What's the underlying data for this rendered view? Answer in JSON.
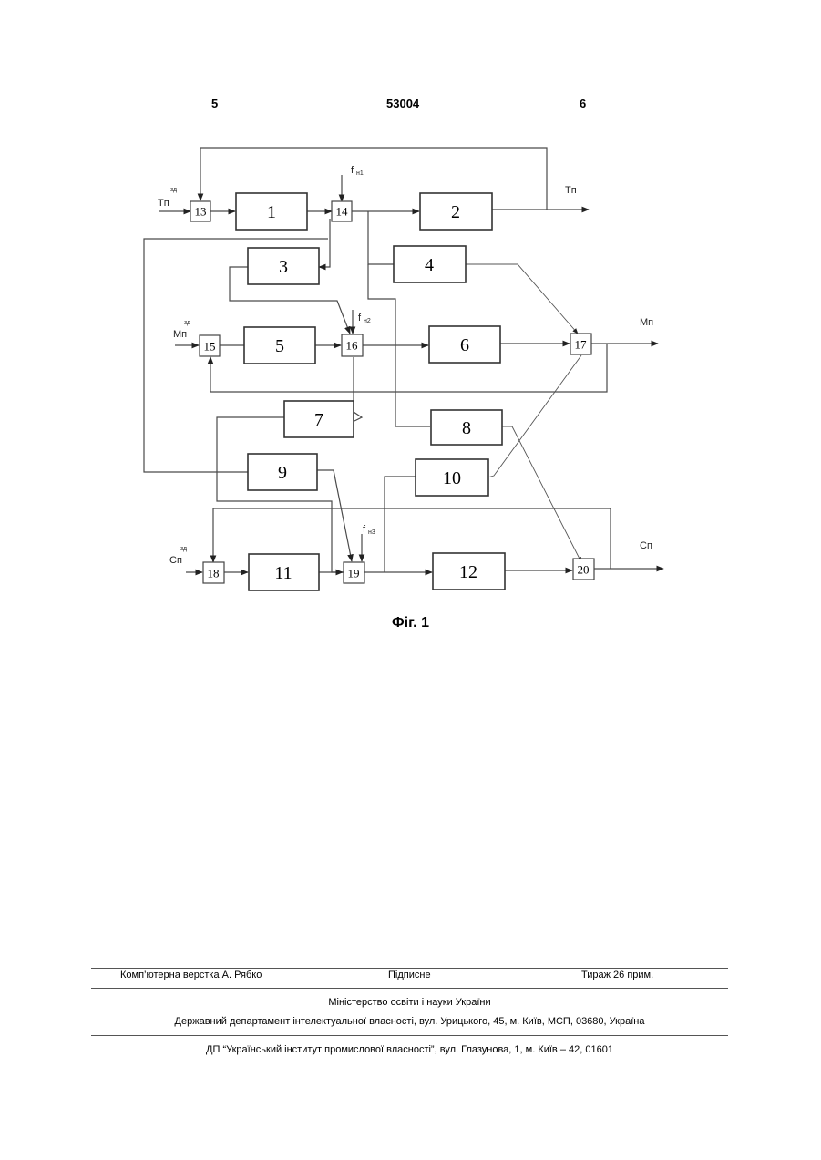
{
  "header": {
    "page_left": "5",
    "patent_number": "53004",
    "page_right": "6"
  },
  "figure": {
    "caption": "Фіг. 1",
    "blocks": [
      "1",
      "2",
      "3",
      "4",
      "5",
      "6",
      "7",
      "8",
      "9",
      "10",
      "11",
      "12",
      "13",
      "14",
      "15",
      "16",
      "17",
      "18",
      "19",
      "20"
    ],
    "signals": {
      "tn_set_main": "Tп",
      "tn_set_sup": "зд",
      "mn_set_main": "Mп",
      "mn_set_sup": "зд",
      "cn_set_main": "Cп",
      "cn_set_sup": "зд",
      "f1_main": "f",
      "f1_sub": "н1",
      "f2_main": "f",
      "f2_sub": "н2",
      "f3_main": "f",
      "f3_sub": "н3",
      "out_tn": "Tп",
      "out_mn": "Mп",
      "out_cn": "Cп"
    }
  },
  "footer": {
    "layout_credit": "Комп’ютерна верстка А. Рябко",
    "signed": "Підписне",
    "circulation": "Тираж 26 прим.",
    "ministry": "Міністерство освіти і науки України",
    "department": "Державний департамент інтелектуальної власності, вул. Урицького, 45, м. Київ, МСП, 03680, Україна",
    "institute": "ДП “Український інститут промислової власності”, вул. Глазунова, 1, м. Київ – 42, 01601"
  }
}
